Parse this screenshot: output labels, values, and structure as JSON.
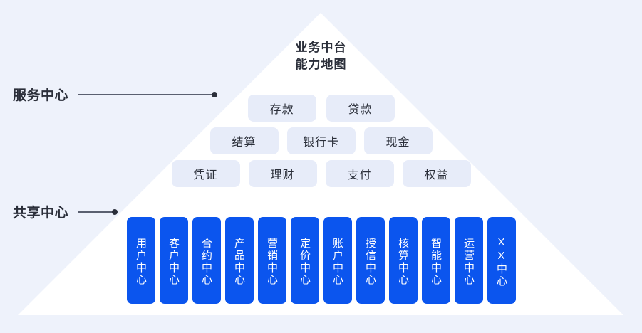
{
  "title": {
    "line1": "业务中台",
    "line2": "能力地图"
  },
  "colors": {
    "background": "#eef2fb",
    "pyramid": "#ffffff",
    "chip_bg": "#e7ecf9",
    "card_blue": "#0b55ee",
    "text_dark": "#2b2f3a",
    "connector": "#5a6070"
  },
  "axis_labels": {
    "service_center": "服务中心",
    "shared_center": "共享中心"
  },
  "service_rows": [
    {
      "chips": [
        "存款",
        "贷款"
      ]
    },
    {
      "chips": [
        "结算",
        "银行卡",
        "现金"
      ]
    },
    {
      "chips": [
        "凭证",
        "理财",
        "支付",
        "权益"
      ]
    }
  ],
  "shared_centers": [
    "用户中心",
    "客户中心",
    "合约中心",
    "产品中心",
    "营销中心",
    "定价中心",
    "账户中心",
    "授信中心",
    "核算中心",
    "智能中心",
    "运营中心",
    "XX中心"
  ]
}
